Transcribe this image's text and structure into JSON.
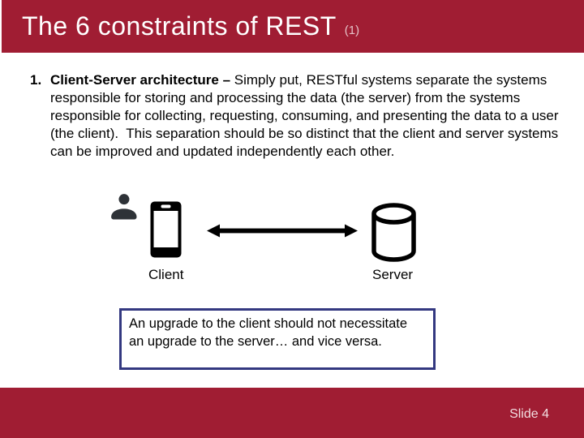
{
  "slide": {
    "title": "The 6 constraints of REST",
    "title_suffix": "(1)",
    "slide_number_label": "Slide 4"
  },
  "body": {
    "list_number": "1.",
    "lead_bold": "Client-Server architecture – ",
    "paragraph": "Simply put, RESTful systems separate the systems responsible for storing and processing the data (the server) from the systems responsible for collecting, requesting, consuming, and presenting the data to a user (the client).  This separation should be so distinct that the client and server systems can be improved and updated independently each other."
  },
  "diagram": {
    "client_label": "Client",
    "server_label": "Server",
    "icons": {
      "user": "user-icon",
      "phone": "smartphone-icon",
      "arrow": "double-headed-arrow-icon",
      "database": "database-cylinder-icon"
    }
  },
  "callout": {
    "text": "An upgrade to the client should not necessitate an upgrade to the server… and vice versa."
  },
  "colors": {
    "band_red": "#A01D33",
    "callout_border_navy": "#333880",
    "icon_charcoal": "#2E3237",
    "text_black": "#000000",
    "title_white": "#FFFFFF"
  }
}
